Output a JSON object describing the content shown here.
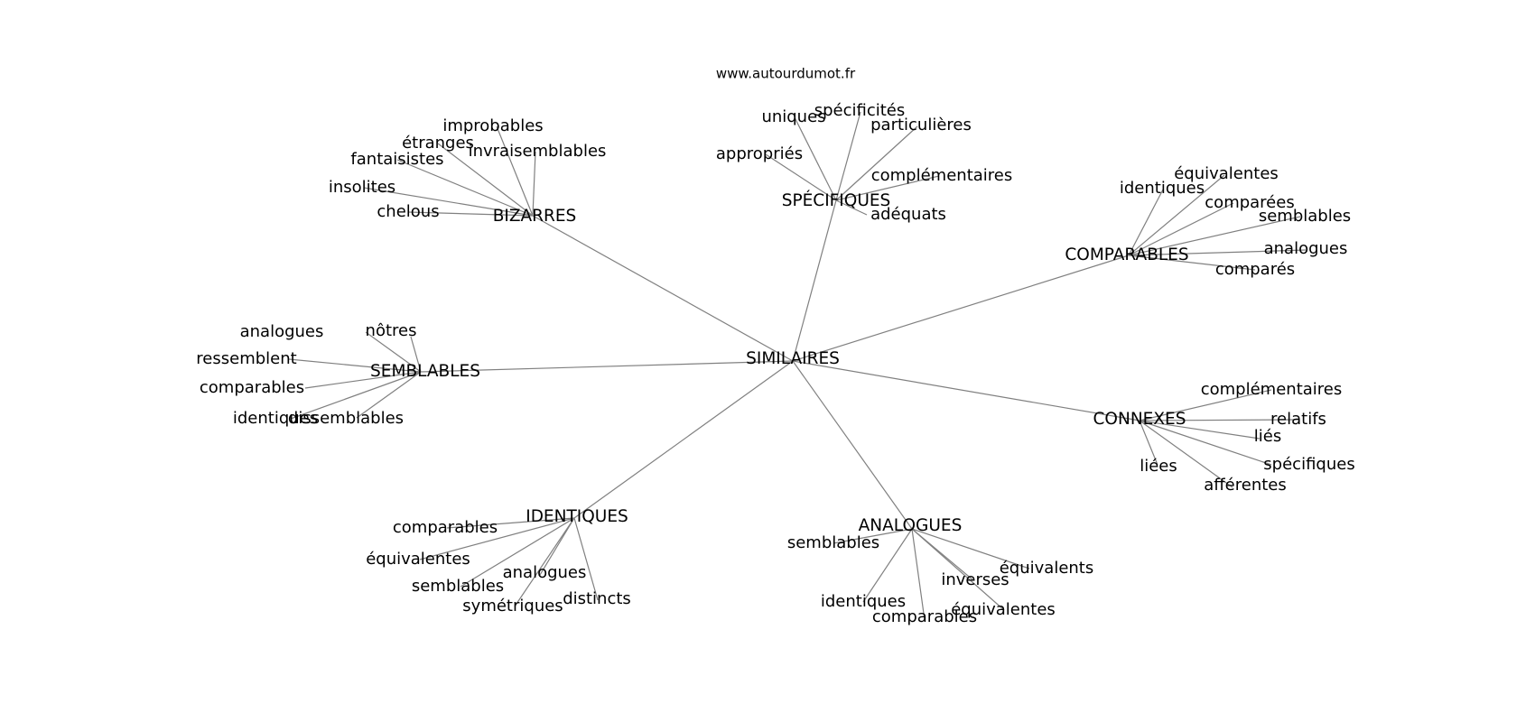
{
  "source": "www.autourdumot.fr",
  "center": "SIMILAIRES",
  "groups": [
    {
      "label": "BIZARRES",
      "words": [
        "improbables",
        "étranges",
        "invraisemblables",
        "fantaisistes",
        "insolites",
        "chelous"
      ]
    },
    {
      "label": "SPÉCIFIQUES",
      "words": [
        "uniques",
        "spécificités",
        "particulières",
        "appropriés",
        "complémentaires",
        "adéquats"
      ]
    },
    {
      "label": "COMPARABLES",
      "words": [
        "identiques",
        "équivalentes",
        "comparées",
        "semblables",
        "analogues",
        "comparés"
      ]
    },
    {
      "label": "SEMBLABLES",
      "words": [
        "analogues",
        "nôtres",
        "ressemblent",
        "comparables",
        "identiques",
        "dissemblables"
      ]
    },
    {
      "label": "CONNEXES",
      "words": [
        "complémentaires",
        "relatifs",
        "liés",
        "spécifiques",
        "liées",
        "afférentes"
      ]
    },
    {
      "label": "IDENTIQUES",
      "words": [
        "comparables",
        "équivalentes",
        "analogues",
        "semblables",
        "distincts",
        "symétriques"
      ]
    },
    {
      "label": "ANALOGUES",
      "words": [
        "semblables",
        "équivalents",
        "inverses",
        "identiques",
        "équivalentes",
        "comparables"
      ]
    }
  ]
}
